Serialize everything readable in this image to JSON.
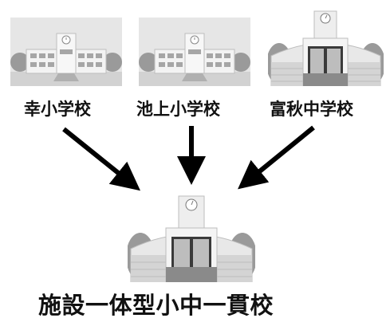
{
  "schools": [
    {
      "label": "幸小学校",
      "type": "elementary"
    },
    {
      "label": "池上小学校",
      "type": "elementary"
    },
    {
      "label": "富秋中学校",
      "type": "junior-high"
    }
  ],
  "result": {
    "label": "施設一体型小中一貫校",
    "type": "junior-high"
  },
  "colors": {
    "sky": "#e4e4e4",
    "wall": "#ececec",
    "wall_dark": "#b8b8b8",
    "window": "#9a9a9a",
    "tree": "#8c8c8c",
    "ground": "#cfcfcf",
    "arrow": "#000000"
  }
}
